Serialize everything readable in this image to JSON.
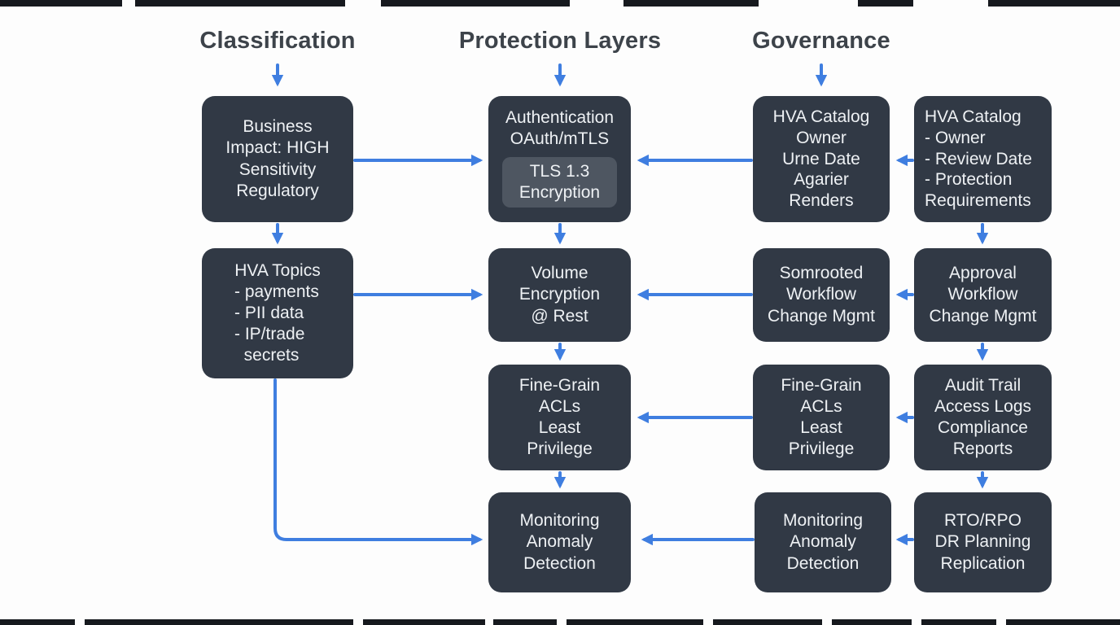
{
  "colors": {
    "background": "#fdfdfd",
    "node_fill": "#313945",
    "node_inner_fill": "#4e5661",
    "node_text": "#eef1f4",
    "arrow": "#3f7ee0",
    "header_text": "#3d434a",
    "edge_artifact": "#16191e"
  },
  "diagram": {
    "headers": [
      {
        "label": "Classification"
      },
      {
        "label": "Protection Layers"
      },
      {
        "label": "Governance"
      }
    ],
    "nodes": {
      "business_impact": {
        "text": "Business\nImpact: HIGH\nSensitivity\nRegulatory"
      },
      "authentication": {
        "title": "Authentication\nOAuth/mTLS",
        "inner": "TLS 1.3\nEncryption"
      },
      "hva_catalog_owner": {
        "text": "HVA Catalog\nOwner\nUrne Date\nAgarier\nRenders"
      },
      "hva_catalog_details": {
        "text": "HVA Catalog\n- Owner\n- Review Date\n- Protection\nRequirements"
      },
      "hva_topics": {
        "title": "HVA Topics",
        "list": "- payments\n- PII data\n- IP/trade\n  secrets"
      },
      "volume_encryption": {
        "text": "Volume\nEncryption\n@ Rest"
      },
      "somrooted_workflow": {
        "text": "Somrooted\nWorkflow\nChange Mgmt"
      },
      "approval_workflow": {
        "text": "Approval\nWorkflow\nChange Mgmt"
      },
      "fine_grain_acls_protection": {
        "text": "Fine-Grain\nACLs\nLeast\nPrivilege"
      },
      "fine_grain_acls_governance": {
        "text": "Fine-Grain\nACLs\nLeast\nPrivilege"
      },
      "audit_trail": {
        "text": "Audit Trail\nAccess Logs\nCompliance\nReports"
      },
      "monitoring_protection": {
        "text": "Monitoring\nAnomaly\nDetection"
      },
      "monitoring_governance": {
        "text": "Monitoring\nAnomaly\nDetection"
      },
      "rto_rpo": {
        "text": "RTO/RPO\nDR Planning\nReplication"
      }
    }
  }
}
